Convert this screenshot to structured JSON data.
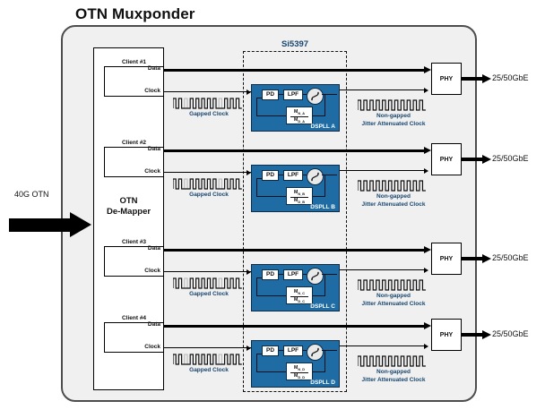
{
  "diagram": {
    "title": "OTN Muxponder",
    "device_title": "Si5397",
    "input_label": "40G OTN",
    "demapper_label": "OTN\nDe-Mapper",
    "demapper_line1": "OTN",
    "demapper_line2": "De-Mapper",
    "colors": {
      "dspll_fill": "#1e6ca3",
      "card_fill": "#f0f0f0",
      "card_border": "#4d4d4d",
      "label_blue": "#17456e",
      "line": "#000000"
    }
  },
  "clients": [
    {
      "name": "Client #1",
      "data_port": "Data",
      "clock_port": "Clock"
    },
    {
      "name": "Client #2",
      "data_port": "Data",
      "clock_port": "Clock"
    },
    {
      "name": "Client #3",
      "data_port": "Data",
      "clock_port": "Clock"
    },
    {
      "name": "Client #4",
      "data_port": "Data",
      "clock_port": "Clock"
    }
  ],
  "gapped_clocks": [
    {
      "caption": "Gapped Clock"
    },
    {
      "caption": "Gapped Clock"
    },
    {
      "caption": "Gapped Clock"
    },
    {
      "caption": "Gapped Clock"
    }
  ],
  "output_clocks": [
    {
      "line1": "Non-gapped",
      "line2": "Jitter Attenuated Clock"
    },
    {
      "line1": "Non-gapped",
      "line2": "Jitter Attenuated Clock"
    },
    {
      "line1": "Non-gapped",
      "line2": "Jitter Attenuated Clock"
    },
    {
      "line1": "Non-gapped",
      "line2": "Jitter Attenuated Clock"
    }
  ],
  "dsplls": [
    {
      "name": "DSPLL A",
      "pd": "PD",
      "lpf": "LPF",
      "vco": "vco-icon",
      "m_num": "M",
      "m_num_sub": "N_A",
      "m_den": "M",
      "m_den_sub": "D_A",
      "num_label": "M",
      "den_label": "M"
    },
    {
      "name": "DSPLL B",
      "pd": "PD",
      "lpf": "LPF",
      "vco": "vco-icon",
      "m_num": "M",
      "m_num_sub": "N_B",
      "m_den": "M",
      "m_den_sub": "D_B",
      "num_label": "M",
      "den_label": "M"
    },
    {
      "name": "DSPLL C",
      "pd": "PD",
      "lpf": "LPF",
      "vco": "vco-icon",
      "m_num": "M",
      "m_num_sub": "N_C",
      "m_den": "M",
      "m_den_sub": "D_C",
      "num_label": "M",
      "den_label": "M"
    },
    {
      "name": "DSPLL D",
      "pd": "PD",
      "lpf": "LPF",
      "vco": "vco-icon",
      "m_num": "M",
      "m_num_sub": "N_D",
      "m_den": "M",
      "m_den_sub": "D_D",
      "num_label": "M",
      "den_label": "M"
    }
  ],
  "phys": [
    {
      "label": "PHY",
      "output": "25/50GbE"
    },
    {
      "label": "PHY",
      "output": "25/50GbE"
    },
    {
      "label": "PHY",
      "output": "25/50GbE"
    },
    {
      "label": "PHY",
      "output": "25/50GbE"
    }
  ]
}
